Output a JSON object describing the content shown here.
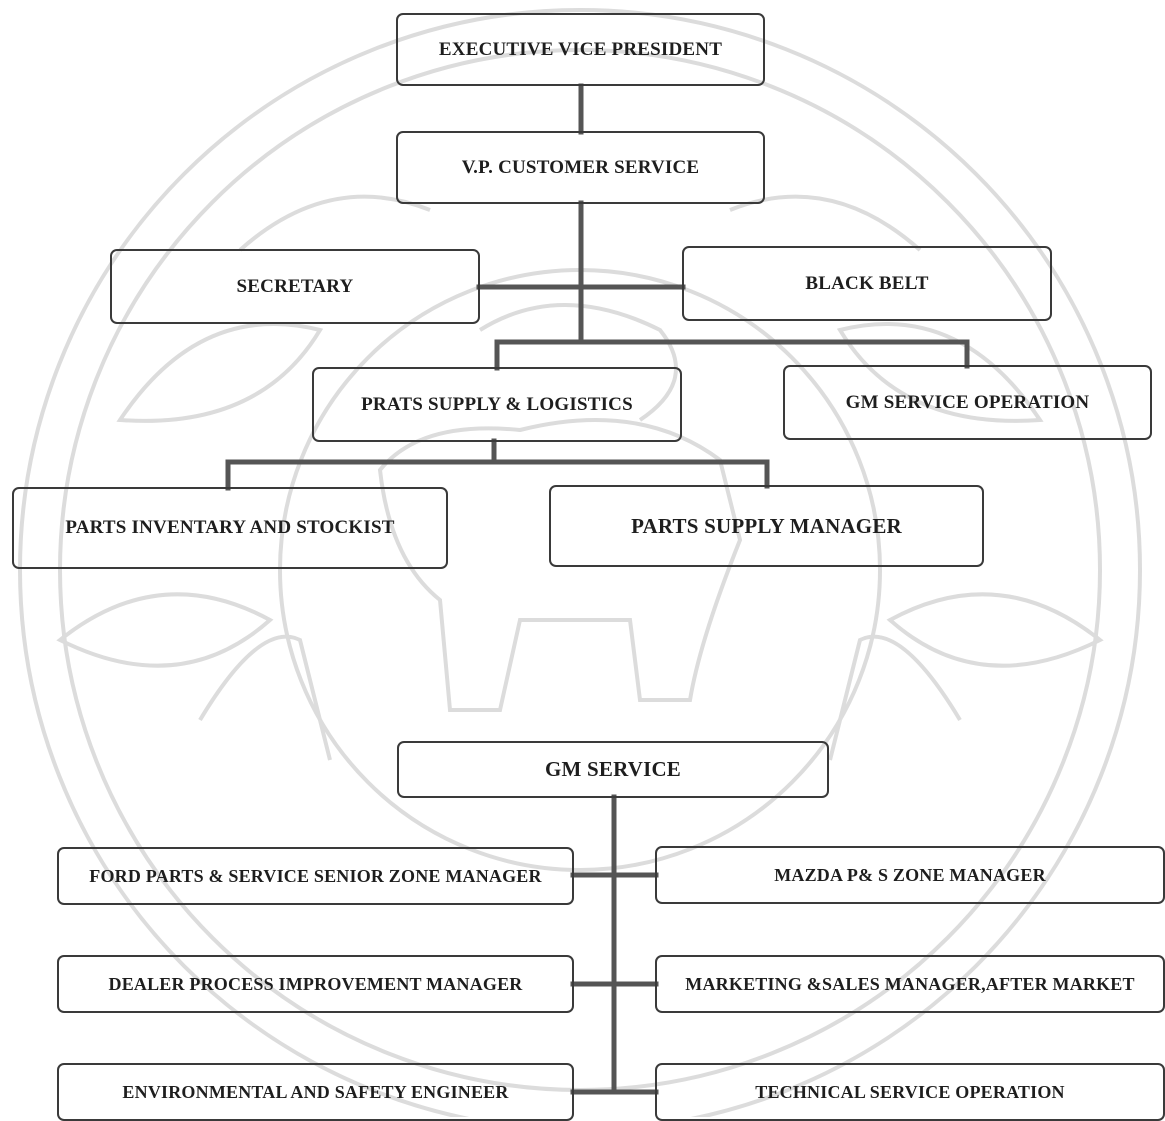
{
  "nodes": {
    "executive_vp": "EXECUTIVE VICE PRESIDENT",
    "vp_customer_service": "V.P. CUSTOMER SERVICE",
    "secretary": "SECRETARY",
    "black_belt": "BLACK BELT",
    "prats_supply_logistics": "PRATS SUPPLY & LOGISTICS",
    "gm_service_operation": "GM SERVICE OPERATION",
    "parts_inventary_stockist": "PARTS INVENTARY AND STOCKIST",
    "parts_supply_manager": "PARTS SUPPLY MANAGER",
    "gm_service": "GM SERVICE",
    "ford_parts_service": "FORD PARTS & SERVICE SENIOR ZONE MANAGER",
    "mazda_ps_zone": "MAZDA P& S ZONE MANAGER",
    "dealer_process": "DEALER PROCESS IMPROVEMENT MANAGER",
    "marketing_sales": "MARKETING &SALES MANAGER,AFTER MARKET",
    "environmental_safety": "ENVIRONMENTAL AND SAFETY ENGINEER",
    "technical_service": "TECHNICAL SERVICE OPERATION"
  },
  "colors": {
    "line": "#555555",
    "border": "#3a3a3a",
    "text": "#1e1e1e",
    "watermark": "#d9d9d9"
  }
}
